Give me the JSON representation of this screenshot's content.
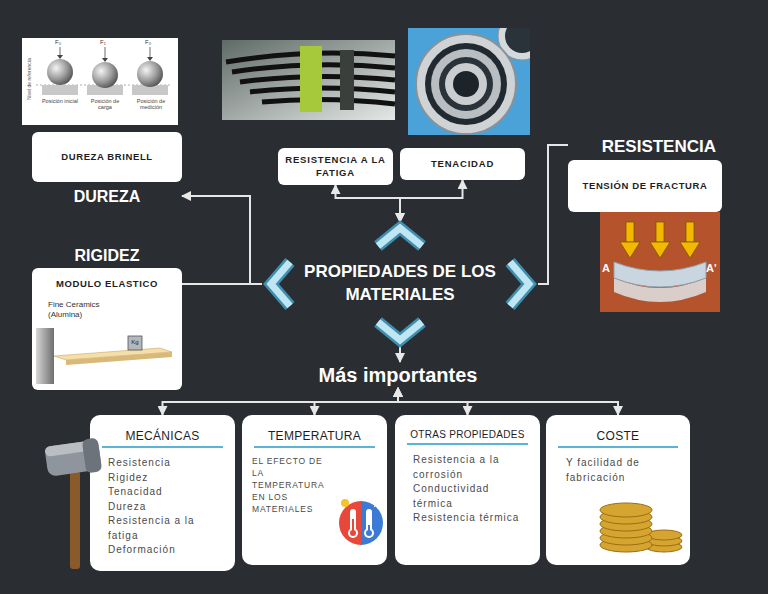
{
  "diagram": {
    "nodes": [
      {
        "text": [
          "DUREZA BRINELL",
          "DUREZA"
        ]
      },
      {
        "text": [
          "RESISTENCIA A LA FATIGA"
        ]
      },
      {
        "text": [
          "TENACIDAD"
        ]
      },
      {
        "text": [
          "RESISTENCIA",
          "TENSIÓN DE FRACTURA"
        ]
      },
      {
        "text": [
          "RIGIDEZ",
          "MODULO ELASTICO",
          "Fine Ceramics (Alumina)"
        ]
      },
      {
        "text": [
          "PROPIEDADES DE LOS MATERIALES"
        ]
      },
      {
        "text": [
          "Más importantes"
        ]
      },
      {
        "text": [
          "MECÁNICAS",
          "Resistencia",
          "Rigidez",
          "Tenacidad",
          "Dureza",
          "Resistencia a la fatiga",
          "Deformación"
        ]
      },
      {
        "text": [
          "TEMPERATURA",
          "EL EFECTO DE LA TEMPERATURA EN LOS MATERIALES"
        ]
      },
      {
        "text": [
          "OTRAS PROPIEDADES",
          "Resistencia a la corrosión",
          "Conductividad térmica",
          "Resistencia térmica"
        ]
      },
      {
        "text": [
          "COSTE",
          "Y facilidad de fabricación"
        ]
      }
    ],
    "edges": [
      {
        "from": 5,
        "to": 0,
        "arrow": "to"
      },
      {
        "from": 5,
        "to": 4,
        "arrow": "none"
      },
      {
        "from": 5,
        "to": 1,
        "arrow": "both"
      },
      {
        "from": 5,
        "to": 2,
        "arrow": "both"
      },
      {
        "from": 5,
        "to": 3,
        "arrow": "none"
      },
      {
        "from": 5,
        "to": 6,
        "arrow": "to"
      },
      {
        "from": 6,
        "to": 7,
        "arrow": "both"
      },
      {
        "from": 6,
        "to": 8,
        "arrow": "both"
      },
      {
        "from": 6,
        "to": 9,
        "arrow": "both"
      },
      {
        "from": 6,
        "to": 10,
        "arrow": "both"
      }
    ],
    "labels": [
      "F₀",
      "F₁",
      "F₀",
      "Nivel de referencia",
      "Posición inicial",
      "Posición de carga",
      "Posición de medición",
      "Kg",
      "A",
      "A'"
    ]
  }
}
